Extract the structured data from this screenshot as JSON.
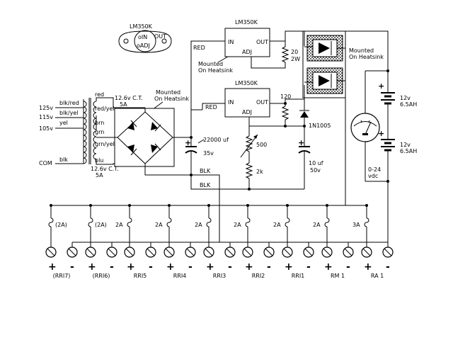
{
  "regulators": {
    "upper": {
      "part": "LM350K",
      "pin_in": "IN",
      "pin_out": "OUT",
      "pin_adj": "ADJ"
    },
    "lower": {
      "part": "LM350K",
      "pin_in": "IN",
      "pin_out": "OUT",
      "pin_adj": "ADJ"
    },
    "pinout": {
      "part": "LM350K",
      "pin_in": "oIN",
      "pin_out": "OUT",
      "pin_adj": "oADJ"
    }
  },
  "labels": {
    "red_top": "RED",
    "red_mid": "RED",
    "blk_top": "BLK",
    "blk_bottom": "BLK",
    "heatsink_reg_line1": "Mounted",
    "heatsink_reg_line2": "On Heatsink",
    "heatsink_bridge_line1": "Mounted",
    "heatsink_bridge_line2": "On Heatsink",
    "heatsink_diodes_line1": "Mounted",
    "heatsink_diodes_line2": "On Heatsink"
  },
  "transformer": {
    "taps": [
      "125v",
      "115v",
      "105v",
      "COM"
    ],
    "wires_primary": [
      "blk/red",
      "blk/yel",
      "yel",
      "blk"
    ],
    "wires_secondary": [
      "red",
      "red/yel",
      "brn",
      "grn",
      "grn/yel",
      "blu"
    ],
    "sec_top_line1": "12.6v C.T.",
    "sec_top_line2": "5A",
    "sec_bottom_line1": "12.6v C.T.",
    "sec_bottom_line2": "5A"
  },
  "components": {
    "r_top_line1": "20",
    "r_top_line2": "2W",
    "r_120": "120",
    "diode": "1N1005",
    "pot": "500",
    "r_2k": "2k",
    "cap_main_line1": "22000 uf",
    "cap_main_line2": "35v",
    "cap_small_line1": "10 uf",
    "cap_small_line2": "50v"
  },
  "batteries": {
    "b1_line1": "12v",
    "b1_line2": "6.5AH",
    "b2_line1": "12v",
    "b2_line2": "6.5AH",
    "meter_line1": "0-24",
    "meter_line2": "vdc"
  },
  "fuses": [
    "(2A)",
    "(2A)",
    "2A",
    "2A",
    "2A",
    "2A",
    "2A",
    "2A",
    "3A"
  ],
  "outputs": [
    "(RRI7)",
    "(RRI6)",
    "RRI5",
    "RRI4",
    "RRI3",
    "RRI2",
    "RRI1",
    "RM 1",
    "RA 1"
  ],
  "terminal_signs": {
    "plus": "+",
    "minus": "-"
  }
}
